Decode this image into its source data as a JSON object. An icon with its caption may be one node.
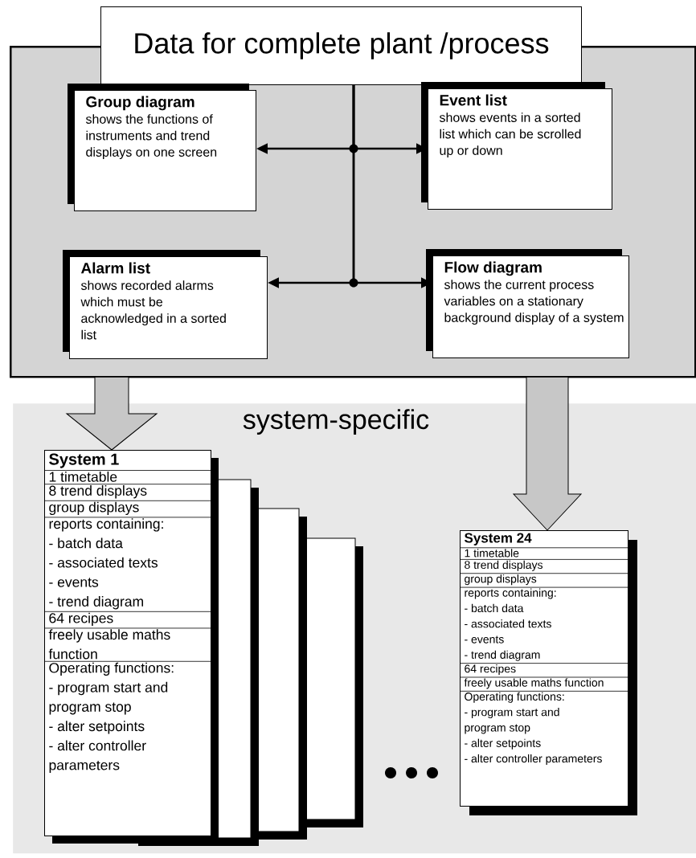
{
  "diagram": {
    "nodes": [
      {
        "text": [
          "Data for complete plant /process"
        ]
      },
      {
        "text": [],
        "shape": "box"
      },
      {
        "text": [
          "Group diagram",
          "shows the functions of instruments and trend displays on one screen"
        ],
        "in": 1
      },
      {
        "text": [
          "Event list",
          "shows events in a sorted list which can be scrolled up or down"
        ],
        "in": 1
      },
      {
        "text": [
          "Alarm list",
          "shows recorded alarms which must be acknowledged in a sorted list"
        ],
        "in": 1
      },
      {
        "text": [
          "Flow diagram",
          "shows the current process variables on a stationary background display of a system"
        ],
        "in": 1
      },
      {
        "text": [
          "system-specific"
        ]
      },
      {
        "text": [
          "System 1",
          "1 timetable",
          "8 trend displays",
          "group displays",
          "reports containing:",
          "- batch data",
          "- associated texts",
          "- events",
          "- trend diagram",
          "64 recipes",
          "freely usable maths function",
          "Operating functions:",
          "- program start and program stop",
          "- alter setpoints",
          "- alter controller parameters"
        ],
        "in": 6
      },
      {
        "text": [
          "System 24",
          "1 timetable",
          "8 trend displays",
          "group displays",
          "reports containing:",
          "- batch data",
          "- associated texts",
          "- events",
          "- trend diagram",
          "64 recipes",
          "freely usable maths function",
          "Operating functions:",
          "- program start and program stop",
          "- alter setpoints",
          "- alter controller parameters"
        ],
        "in": 6
      }
    ],
    "edges": [
      {
        "from": 0,
        "to": 2,
        "arrow": "to"
      },
      {
        "from": 0,
        "to": 3,
        "arrow": "to"
      },
      {
        "from": 0,
        "to": 4,
        "arrow": "to"
      },
      {
        "from": 0,
        "to": 5,
        "arrow": "to"
      },
      {
        "from": 1,
        "to": 7,
        "arrow": "to",
        "style": "thick",
        "color": "#c7c7c7"
      },
      {
        "from": 1,
        "to": 8,
        "arrow": "to",
        "style": "thick",
        "color": "#c7c7c7"
      }
    ]
  }
}
